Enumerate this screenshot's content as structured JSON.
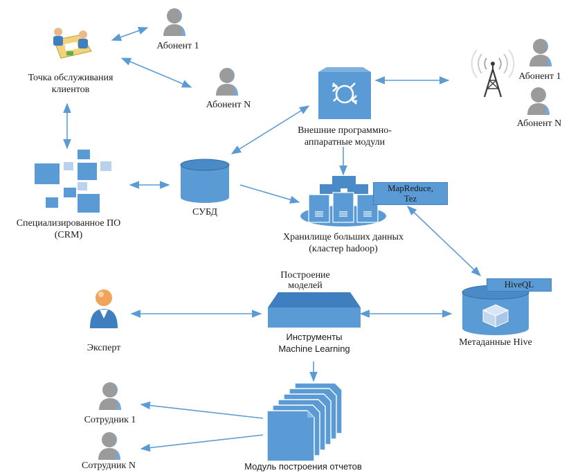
{
  "colors": {
    "primary": "#5b9bd5",
    "primary_dark": "#2e6da4",
    "light": "#a9cbea",
    "person_gray": "#9a9a9a",
    "arrow": "#5b9bd5"
  },
  "nodes": {
    "service_point": {
      "line1": "Точка обслуживания",
      "line2": "клиентов",
      "icon": "meeting-icon"
    },
    "subscriber_1_left": {
      "label": "Абонент 1",
      "icon": "person-icon"
    },
    "subscriber_n_left": {
      "label": "Абонент N",
      "icon": "person-icon"
    },
    "crm": {
      "line1": "Специализированное ПО",
      "line2": "(CRM)",
      "icon": "tiles-icon"
    },
    "dbms": {
      "label": "СУБД",
      "icon": "database-cylinder-icon"
    },
    "external_modules": {
      "line1": "Внешние программно-",
      "line2": "аппаратные модули",
      "icon": "router-icon"
    },
    "cell_tower": {
      "icon": "cell-tower-icon"
    },
    "subscriber_1_right": {
      "label": "Абонент 1",
      "icon": "person-icon"
    },
    "subscriber_n_right": {
      "label": "Абонент N",
      "icon": "person-icon"
    },
    "bigdata": {
      "line1": "Хранилище больших данных",
      "line2": "(кластер hadoop)",
      "icon": "server-cluster-icon",
      "tag_line1": "MapReduce,",
      "tag_line2": "Tez"
    },
    "model_building": {
      "line1": "Построение",
      "line2": "моделей"
    },
    "ml_tools": {
      "line1": "Инструменты",
      "line2": "Machine Learning",
      "icon": "ml-platform-icon"
    },
    "hive_meta": {
      "label": "Метаданные Hive",
      "icon": "hive-cube-icon",
      "tag": "HiveQL"
    },
    "expert": {
      "label": "Эксперт",
      "icon": "expert-person-icon"
    },
    "employee_1": {
      "label": "Сотрудник 1",
      "icon": "person-icon"
    },
    "employee_n": {
      "label": "Сотрудник N",
      "icon": "person-icon"
    },
    "reports": {
      "label": "Модуль построения отчетов",
      "icon": "document-stack-icon"
    }
  }
}
